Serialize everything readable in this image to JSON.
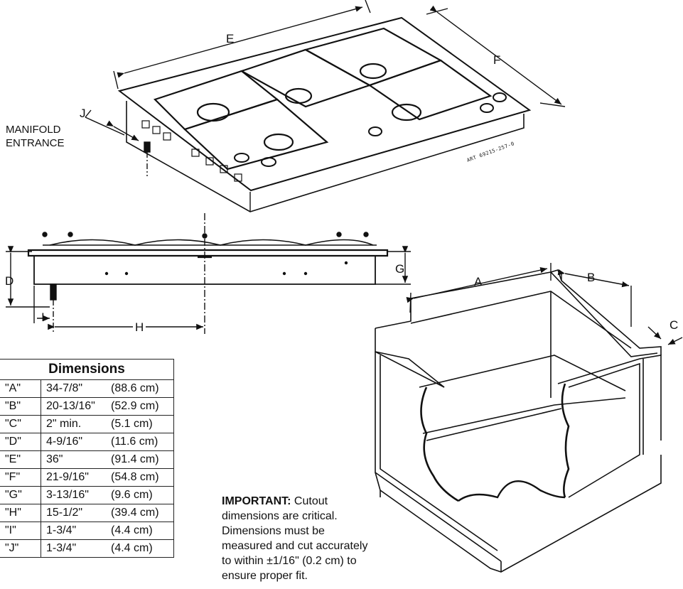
{
  "labels": {
    "e": "E",
    "f": "F",
    "j": "J",
    "d": "D",
    "g": "G",
    "i": "I",
    "h": "H",
    "a": "A",
    "b": "B",
    "c": "C",
    "manifold_line1": "MANIFOLD",
    "manifold_line2": "ENTRANCE",
    "art_code": "ART 69215-257-0"
  },
  "table": {
    "title": "Dimensions",
    "rows": [
      {
        "key": "\"A\"",
        "imperial": "34-7/8\"",
        "metric": "(88.6 cm)"
      },
      {
        "key": "\"B\"",
        "imperial": "20-13/16\"",
        "metric": "(52.9 cm)"
      },
      {
        "key": "\"C\"",
        "imperial": "2\" min.",
        "metric": "(5.1 cm)"
      },
      {
        "key": "\"D\"",
        "imperial": "4-9/16\"",
        "metric": "(11.6 cm)"
      },
      {
        "key": "\"E\"",
        "imperial": "36\"",
        "metric": "(91.4 cm)"
      },
      {
        "key": "\"F\"",
        "imperial": "21-9/16\"",
        "metric": "(54.8 cm)"
      },
      {
        "key": "\"G\"",
        "imperial": "3-13/16\"",
        "metric": "(9.6 cm)"
      },
      {
        "key": "\"H\"",
        "imperial": "15-1/2\"",
        "metric": "(39.4 cm)"
      },
      {
        "key": "\"I\"",
        "imperial": "1-3/4\"",
        "metric": "(4.4 cm)"
      },
      {
        "key": "\"J\"",
        "imperial": "1-3/4\"",
        "metric": "(4.4 cm)"
      }
    ]
  },
  "note": {
    "heading": "IMPORTANT:",
    "text": "Cutout dimensions are critical. Dimensions must be measured and cut accurately to within ±1/16\" (0.2 cm) to ensure proper fit."
  }
}
